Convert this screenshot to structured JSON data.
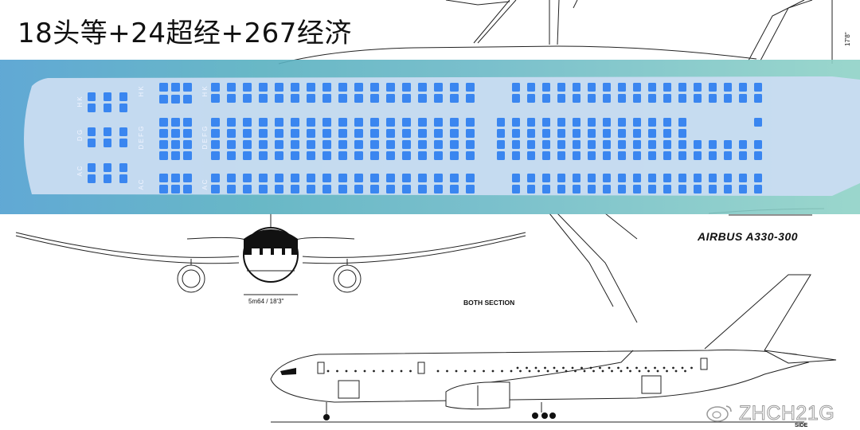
{
  "title": "18头等+24超经+267经济",
  "aircraft_model": "AIRBUS A330-300",
  "section_label": "BOTH SECTION",
  "fuselage_width": "5m64 / 18'3\"",
  "side_label": "SIDE",
  "height_label": "17'8\"",
  "watermark": "ZHCH21G",
  "row_letters": {
    "first": [
      "H K",
      "D G",
      "A C"
    ],
    "business": [
      "H K",
      "D E F G",
      "A C"
    ],
    "economy": [
      "H K",
      "D E F G",
      "A C"
    ]
  },
  "colors": {
    "seat": "#3a86f0",
    "band_left": "#5ab0c8",
    "band_right": "#8ad0c8",
    "cabin_fill": "#c7daf1"
  }
}
